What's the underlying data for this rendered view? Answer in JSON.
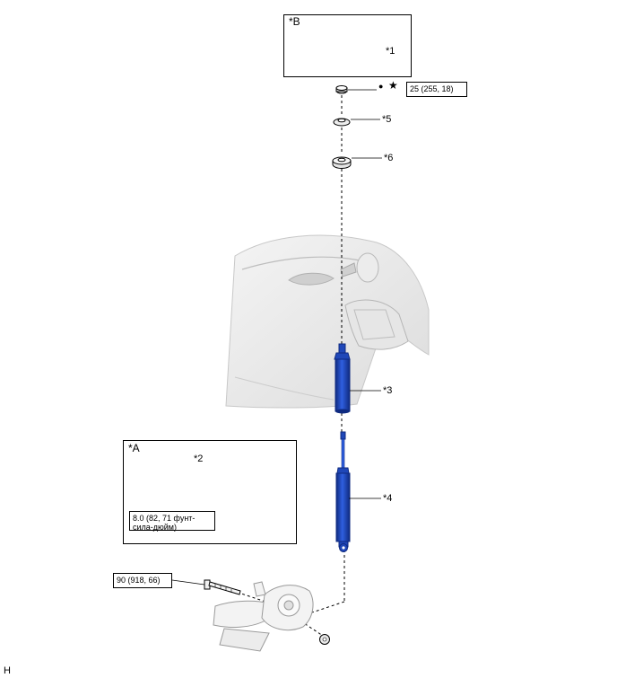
{
  "callouts": {
    "box_a": "*A",
    "box_b": "*B",
    "part_1": "*1",
    "part_2": "*2",
    "part_3": "*3",
    "part_4": "*4",
    "part_5": "*5",
    "part_6": "*6"
  },
  "torques": {
    "upper_nut": "25 (255, 18)",
    "sensor_bolt": "8.0 (82, 71 фунт-сила-дюйм)",
    "lower_bolt": "90 (918, 66)"
  },
  "symbols": {
    "dot": "●",
    "star": "★"
  },
  "footer_letter": "H",
  "colors": {
    "part_blue": "#1f47b8",
    "part_blue_dark": "#0f2a80",
    "line": "#000000",
    "body_gray": "#d7d7d7"
  }
}
